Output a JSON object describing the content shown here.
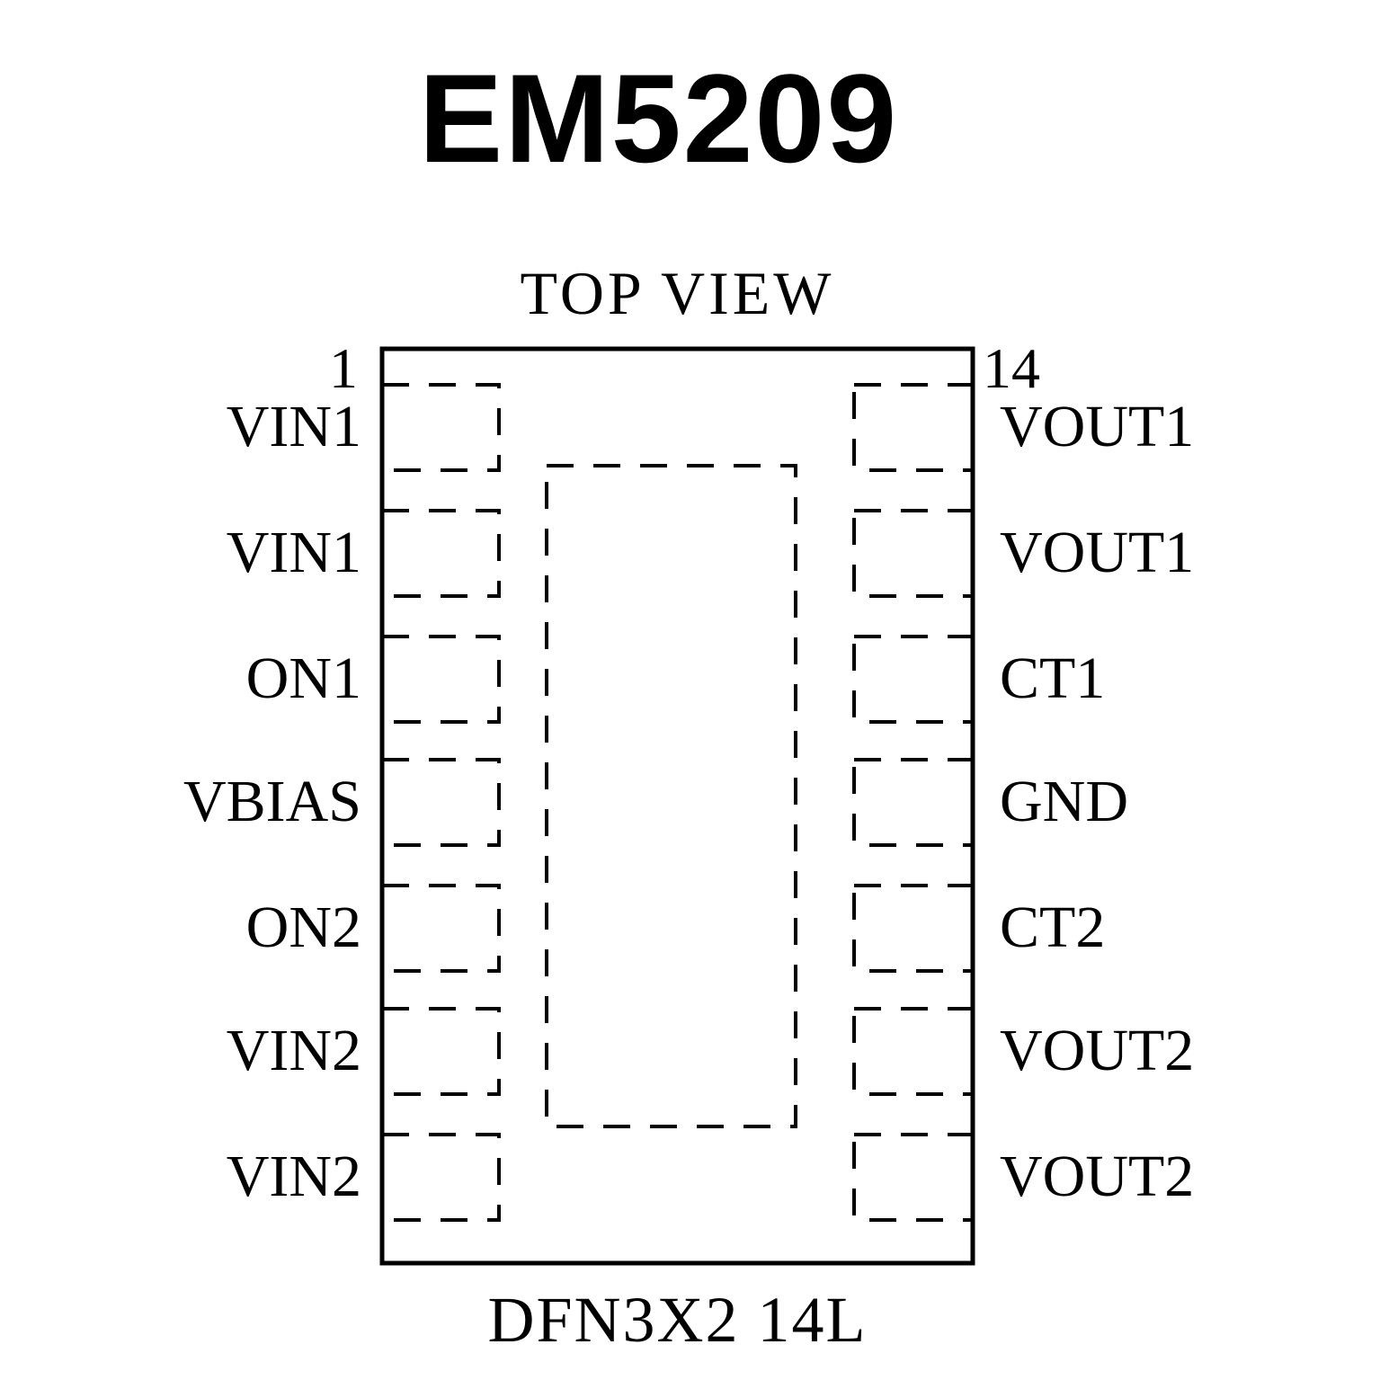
{
  "title": "EM5209",
  "diagram": {
    "view_label": "TOP VIEW",
    "package_label": "DFN3X2 14L",
    "pin_number_first": "1",
    "pin_number_last": "14",
    "left_pins": [
      "VIN1",
      "VIN1",
      "ON1",
      "VBIAS",
      "ON2",
      "VIN2",
      "VIN2"
    ],
    "right_pins": [
      "VOUT1",
      "VOUT1",
      "CT1",
      "GND",
      "CT2",
      "VOUT2",
      "VOUT2"
    ],
    "colors": {
      "line": "#000000",
      "background": "#ffffff",
      "text": "#000000"
    }
  }
}
